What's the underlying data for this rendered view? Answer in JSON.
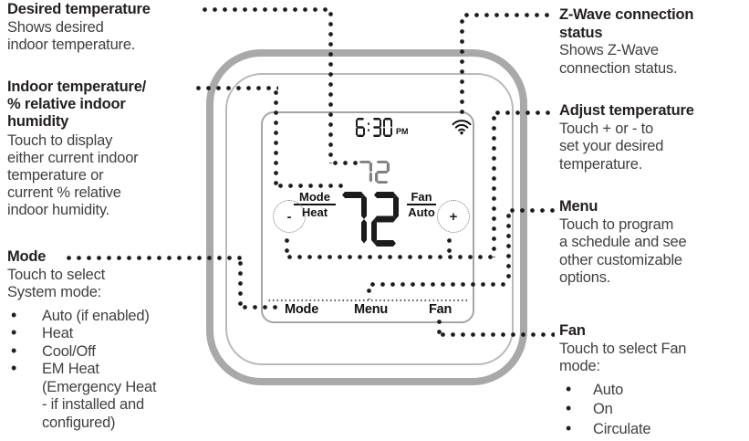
{
  "callouts": {
    "desired_temperature": {
      "title": "Desired temperature",
      "body": "Shows desired\nindoor temperature."
    },
    "indoor_temperature": {
      "title": "Indoor temperature/\n% relative indoor\nhumidity",
      "body": "Touch to display\neither current indoor\ntemperature or\ncurrent % relative\nindoor humidity."
    },
    "mode": {
      "title": "Mode",
      "body": "Touch to select\nSystem mode:",
      "options": [
        "Auto (if enabled)",
        "Heat",
        "Cool/Off",
        "EM Heat\n(Emergency Heat\n- if installed and\nconfigured)"
      ]
    },
    "zwave": {
      "title": "Z-Wave connection\nstatus",
      "body": "Shows Z-Wave\nconnection status."
    },
    "adjust": {
      "title": "Adjust temperature",
      "body": "Touch + or - to\nset your desired\ntemperature."
    },
    "menu": {
      "title": "Menu",
      "body": "Touch to program\na schedule and see\nother customizable\noptions."
    },
    "fan": {
      "title": "Fan",
      "body": "Touch to select Fan\nmode:",
      "options": [
        "Auto",
        "On",
        "Circulate"
      ]
    }
  },
  "thermostat": {
    "time": "6:30",
    "time_period": "PM",
    "setpoint_temp": "72",
    "indoor_temp": "72",
    "mode_label": "Mode",
    "mode_value": "Heat",
    "fan_label": "Fan",
    "fan_value": "Auto",
    "minus_label": "-",
    "plus_label": "+",
    "buttons": {
      "mode": "Mode",
      "menu": "Menu",
      "fan": "Fan"
    },
    "zwave_icon": "wifi-signal-icon"
  },
  "colors": {
    "digit": "#1b1b1b",
    "setpoint_digit": "#808080",
    "case_stroke": "#a9a9a9",
    "inner_stroke": "#b9b9b9",
    "display_stroke": "#a5a5a5",
    "text_title": "#231f20",
    "text_body": "#414042",
    "leader_dot": "#1d1d1d"
  }
}
